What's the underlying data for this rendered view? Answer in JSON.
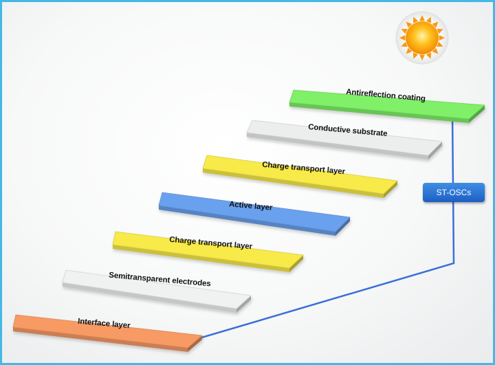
{
  "steps": [
    {
      "label": "Antireflection coating",
      "color": "#7ff068"
    },
    {
      "label": "Conductive substrate",
      "color": "#eceeee"
    },
    {
      "label": "Charge transport layer",
      "color": "#f7ea4a"
    },
    {
      "label": "Active layer",
      "color": "#6aa1ee"
    },
    {
      "label": "Charge transport layer",
      "color": "#f7ea4a"
    },
    {
      "label": "Semitransparent electrodes",
      "color": "#f0f1f1"
    },
    {
      "label": "Interface layer",
      "color": "#f79a64"
    }
  ],
  "badge_label": "ST-OSCs",
  "colors": {
    "border": "#43b8e6",
    "connector": "#3a6fd8",
    "badge": "#2a6fd0"
  },
  "icons": [
    "sun-icon"
  ]
}
